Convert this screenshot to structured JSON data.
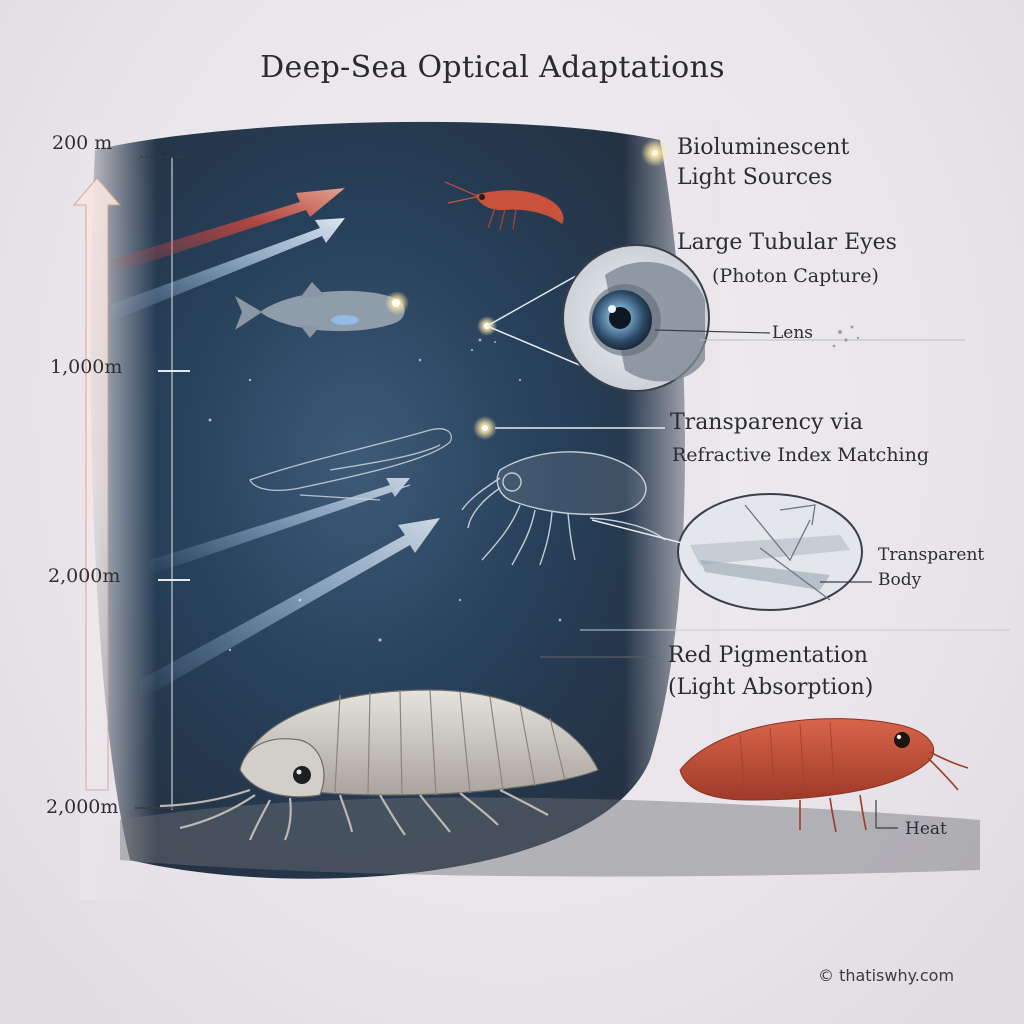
{
  "title": "Deep-Sea Optical Adaptations",
  "depth_scale": {
    "markers": [
      "200 m",
      "1,000m",
      "2,000m",
      "2,000m"
    ]
  },
  "labels": {
    "bioluminescent": [
      "Bioluminescent",
      "Light Sources"
    ],
    "tubular_eyes": [
      "Large Tubular Eyes",
      "(Photon Capture)"
    ],
    "lens": "Lens",
    "transparency": [
      "Transparency via",
      "Refractive Index Matching"
    ],
    "transparent_body": [
      "Transparent",
      "Body"
    ],
    "red_pigmentation": [
      "Red Pigmentation",
      "(Light Absorption)"
    ],
    "heat": "Heat"
  },
  "colors": {
    "water_dark": "#1e2f44",
    "water_mid": "#3d5a78",
    "red_light": "#d9473a",
    "blue_light": "#9fc3e8",
    "red_shrimp": "#c9523c"
  },
  "copyright": "© thatiswhy.com"
}
